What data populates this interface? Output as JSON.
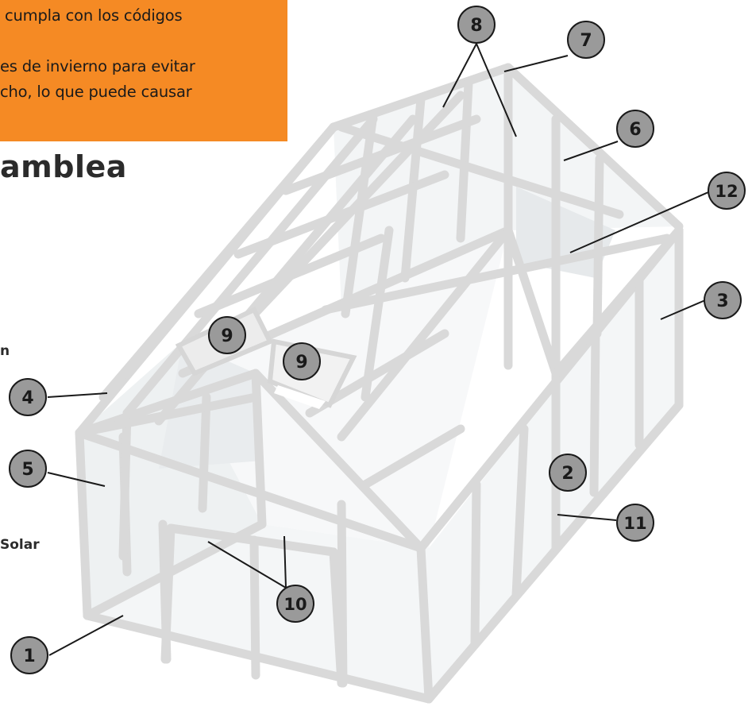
{
  "note": {
    "lines": [
      "cumpla con los códigos",
      "es de invierno para evitar",
      "cho, lo que puede causar"
    ]
  },
  "heading": "amblea",
  "side_text": {
    "left_mark": "n",
    "solar": "Solar"
  },
  "colors": {
    "note_background": "#f58a24",
    "frame": "#d9d9d9",
    "callout_fill": "#9a9a9a"
  },
  "callouts": [
    {
      "id": "1",
      "label": "1"
    },
    {
      "id": "2",
      "label": "2"
    },
    {
      "id": "3",
      "label": "3"
    },
    {
      "id": "4",
      "label": "4"
    },
    {
      "id": "5",
      "label": "5"
    },
    {
      "id": "6",
      "label": "6"
    },
    {
      "id": "7",
      "label": "7"
    },
    {
      "id": "8",
      "label": "8"
    },
    {
      "id": "9a",
      "label": "9"
    },
    {
      "id": "9b",
      "label": "9"
    },
    {
      "id": "10",
      "label": "10"
    },
    {
      "id": "11",
      "label": "11"
    },
    {
      "id": "12",
      "label": "12"
    }
  ]
}
